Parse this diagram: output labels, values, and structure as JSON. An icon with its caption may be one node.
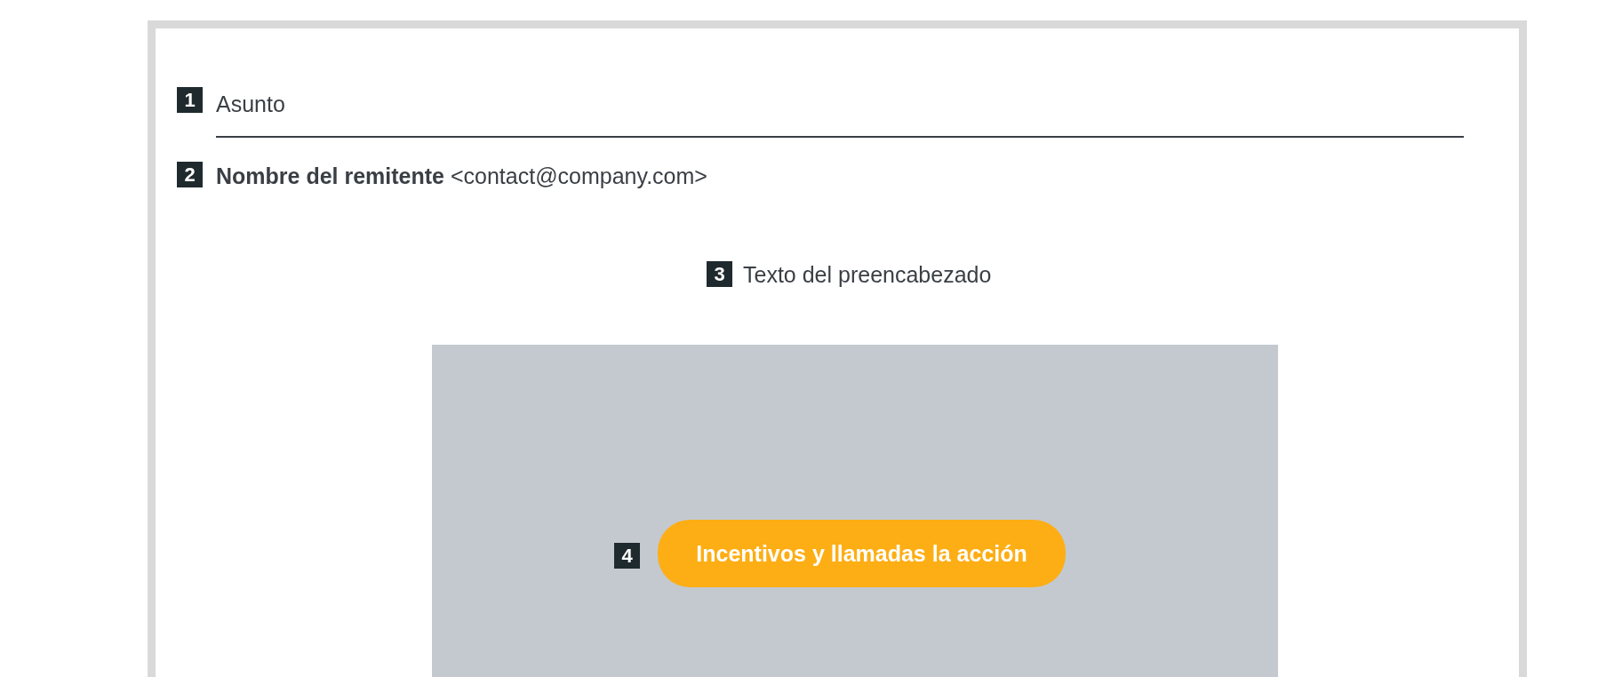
{
  "diagram": {
    "labels": [
      "1",
      "Asunto",
      "2",
      "**Nombre del remitente** <contact@company.com>",
      "3",
      "Texto del preencabezado",
      "4",
      "Incentivos y llamadas la acción"
    ]
  }
}
